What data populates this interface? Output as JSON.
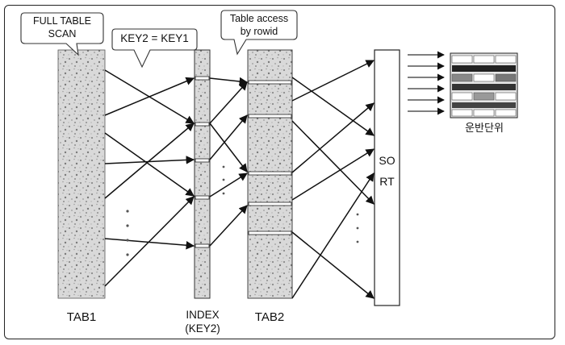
{
  "callouts": {
    "full_table_scan": [
      "FULL TABLE",
      "SCAN"
    ],
    "join_condition": "KEY2 = KEY1",
    "table_access": [
      "Table access",
      "by rowid"
    ]
  },
  "labels": {
    "tab1": "TAB1",
    "index": [
      "INDEX",
      "(KEY2)"
    ],
    "tab2": "TAB2",
    "sort": "SORT",
    "output_unit": "운반단위"
  }
}
